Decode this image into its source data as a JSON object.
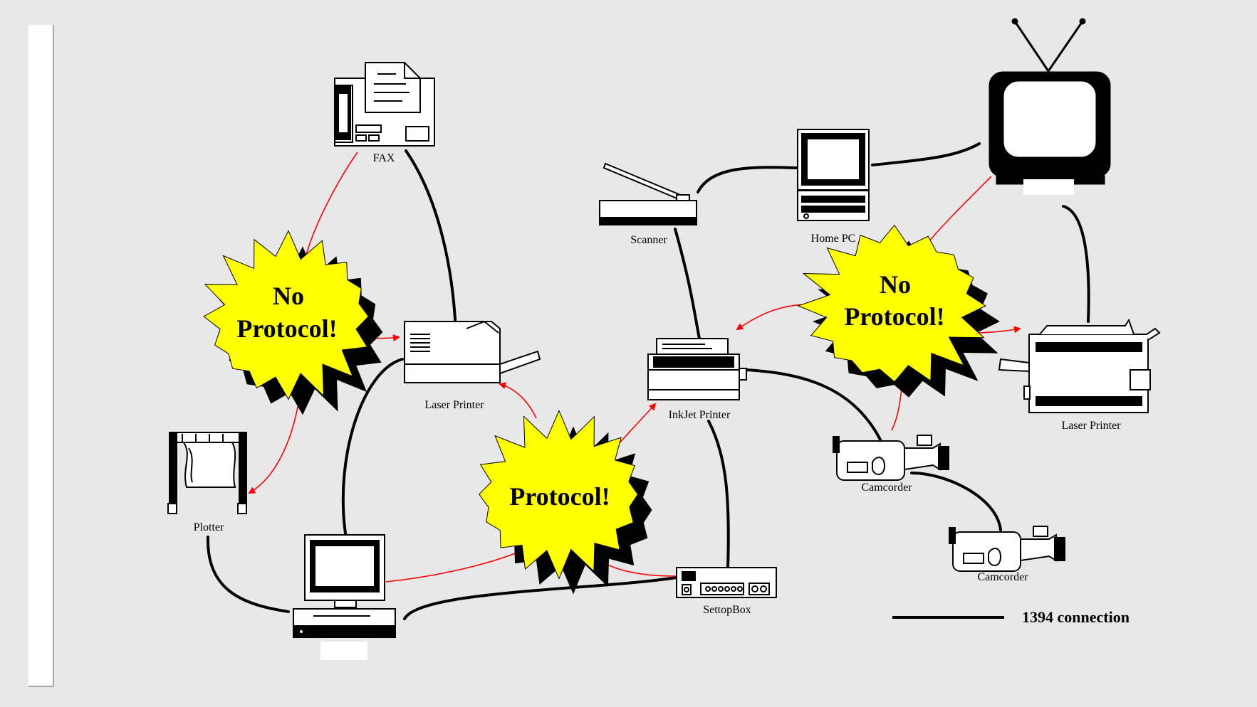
{
  "devices": {
    "fax": "FAX",
    "laser_printer_left": "Laser Printer",
    "plotter": "Plotter",
    "scanner": "Scanner",
    "home_pc": "Home PC",
    "inkjet_printer": "InkJet Printer",
    "camcorder_1": "Camcorder",
    "camcorder_2": "Camcorder",
    "laser_printer_right": "Laser Printer",
    "settop_box": "SettopBox"
  },
  "bursts": {
    "left": {
      "line1": "No",
      "line2": "Protocol!"
    },
    "center": {
      "line1": "Protocol!"
    },
    "right": {
      "line1": "No",
      "line2": "Protocol!"
    }
  },
  "legend": {
    "label": "1394 connection"
  },
  "colors": {
    "background": "#e8e8e8",
    "connection": "#000000",
    "protocol_arrow": "#ff0000",
    "burst_fill": "#ffff00",
    "burst_shadow": "#000000"
  }
}
